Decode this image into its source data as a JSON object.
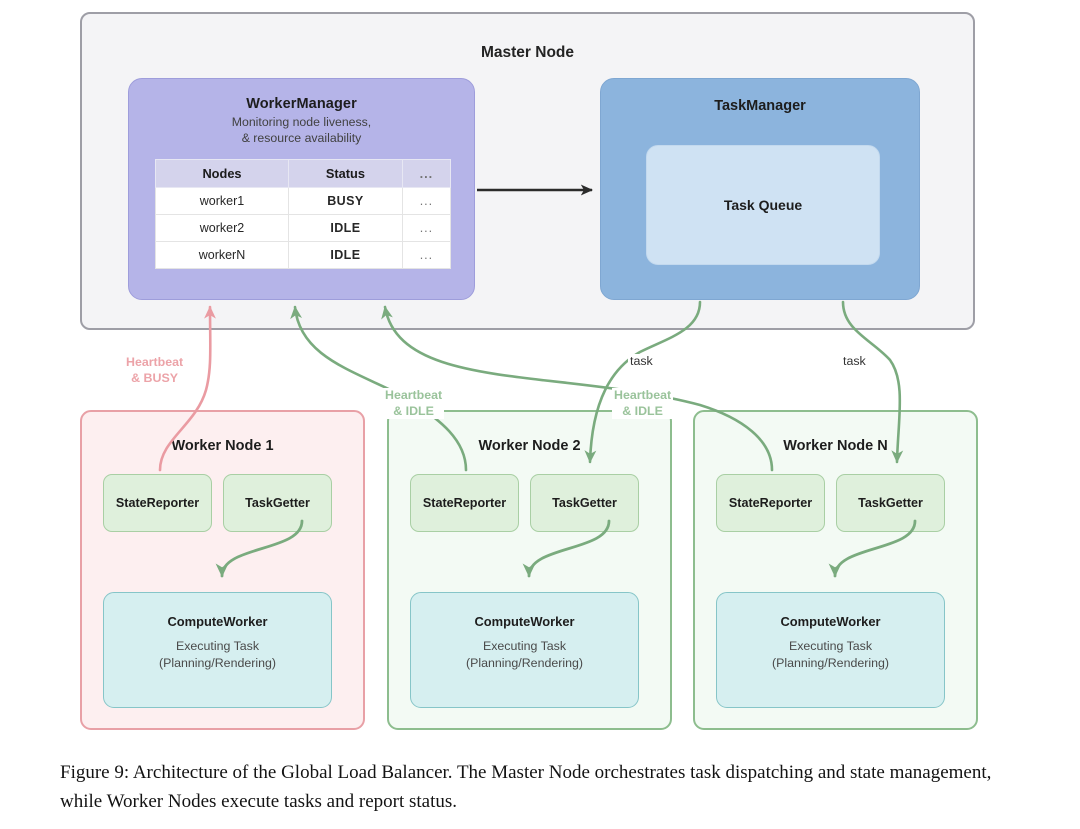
{
  "figure": {
    "caption": "Figure 9: Architecture of the Global Load Balancer. The Master Node orchestrates task dispatching and state management, while Worker Nodes execute tasks and report status."
  },
  "colors": {
    "master_bg": "#f4f4f6",
    "master_border": "#9e9ea6",
    "worker_manager_bg": "#b5b4e8",
    "task_manager_bg": "#8cb4dd",
    "task_queue_bg": "#cfe2f3",
    "busy_panel_bg": "#fdeff0",
    "busy_panel_border": "#e8a0a6",
    "idle_panel_bg": "#f3faf4",
    "idle_panel_border": "#8dbd8e",
    "small_box_bg": "#dff0dc",
    "small_box_border": "#a9cfa4",
    "compute_worker_bg": "#d6eff0",
    "compute_worker_border": "#86c5c8",
    "status_busy": "#ef9a9a",
    "status_idle": "#8cc69b",
    "edge_green": "#7aab7e",
    "edge_pink": "#ea9ba2",
    "edge_dark": "#2b2b2b"
  },
  "master": {
    "title": "Master Node",
    "worker_manager": {
      "title": "WorkerManager",
      "subtitle_line1": "Monitoring node liveness,",
      "subtitle_line2": "& resource availability",
      "table": {
        "headers": [
          "Nodes",
          "Status",
          "..."
        ],
        "rows": [
          {
            "node": "worker1",
            "status": "BUSY",
            "status_state": "busy",
            "extra": "..."
          },
          {
            "node": "worker2",
            "status": "IDLE",
            "status_state": "idle",
            "extra": "..."
          },
          {
            "node": "workerN",
            "status": "IDLE",
            "status_state": "idle",
            "extra": "..."
          }
        ]
      }
    },
    "task_manager": {
      "title": "TaskManager",
      "task_queue": "Task Queue"
    }
  },
  "workers": [
    {
      "title": "Worker Node 1",
      "state": "busy",
      "state_reporter": "StateReporter",
      "task_getter": "TaskGetter",
      "compute_worker": {
        "title": "ComputeWorker",
        "line1": "Executing Task",
        "line2": "(Planning/Rendering)"
      }
    },
    {
      "title": "Worker Node 2",
      "state": "idle",
      "state_reporter": "StateReporter",
      "task_getter": "TaskGetter",
      "compute_worker": {
        "title": "ComputeWorker",
        "line1": "Executing Task",
        "line2": "(Planning/Rendering)"
      }
    },
    {
      "title": "Worker Node N",
      "state": "idle",
      "state_reporter": "StateReporter",
      "task_getter": "TaskGetter",
      "compute_worker": {
        "title": "ComputeWorker",
        "line1": "Executing Task",
        "line2": "(Planning/Rendering)"
      }
    }
  ],
  "edges": {
    "heartbeat_busy_line1": "Heartbeat",
    "heartbeat_busy_line2": "& BUSY",
    "heartbeat_idle_a_line1": "Heartbeat",
    "heartbeat_idle_a_line2": "& IDLE",
    "heartbeat_idle_b_line1": "Heartbeat",
    "heartbeat_idle_b_line2": "& IDLE",
    "task_a": "task",
    "task_b": "task"
  }
}
